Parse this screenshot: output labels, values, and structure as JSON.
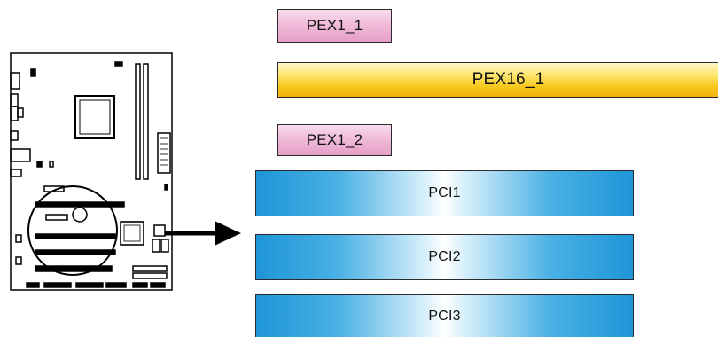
{
  "slots": {
    "pex1_1": "PEX1_1",
    "pex16_1": "PEX16_1",
    "pex1_2": "PEX1_2",
    "pci1": "PCI1",
    "pci2": "PCI2",
    "pci3": "PCI3"
  },
  "colors": {
    "pex1_fill": "#efb9d8",
    "pex16_fill": "#f7c81c",
    "pci_fill": "#1e95d8",
    "outline": "#000000"
  },
  "icons": {
    "board": "motherboard-outline-icon",
    "pointer": "arrow-right-icon"
  }
}
